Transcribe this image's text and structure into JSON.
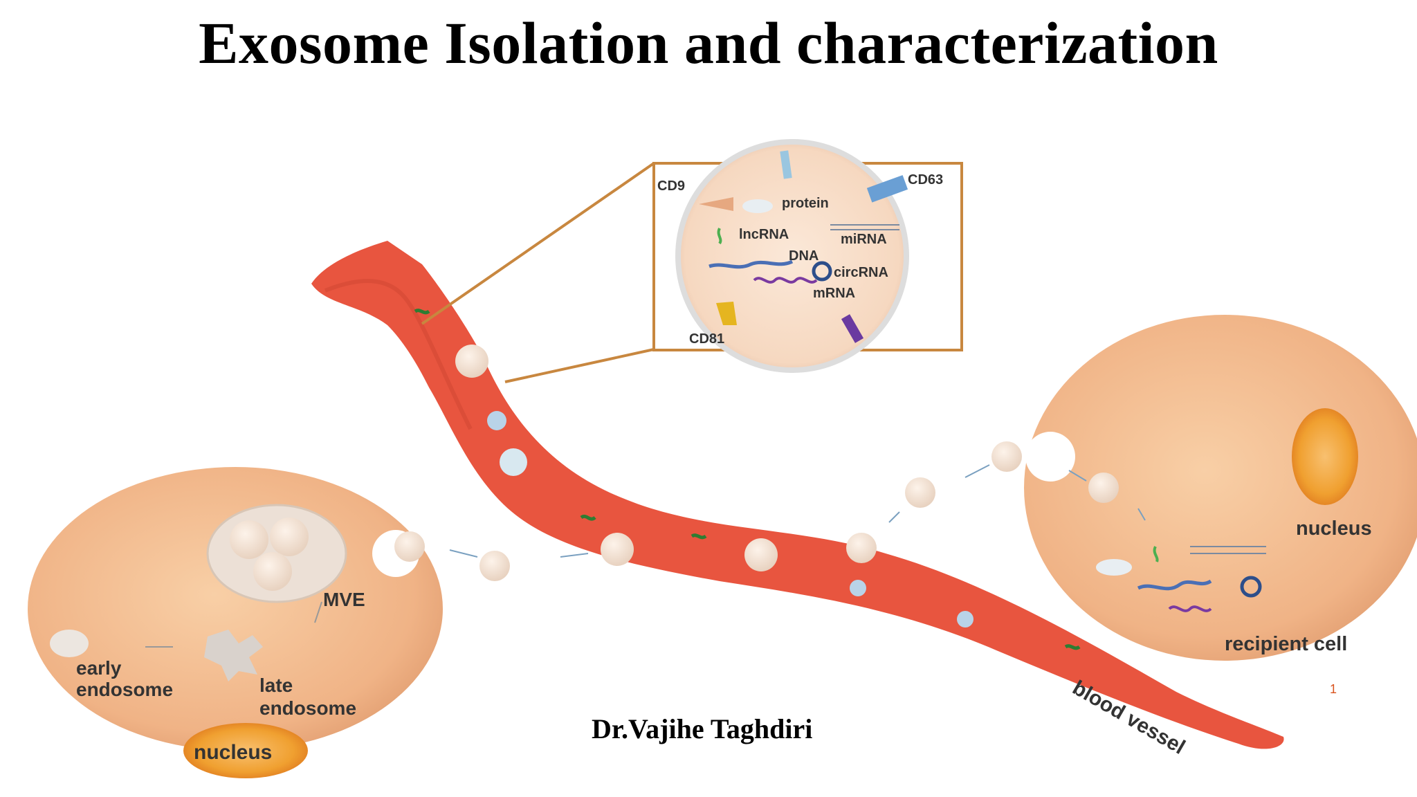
{
  "slide": {
    "title": "Exosome Isolation and characterization",
    "author": "Dr.Vajihe Taghdiri",
    "page_number": "1"
  },
  "diagram": {
    "inset_labels": {
      "cd9": "CD9",
      "cd63": "CD63",
      "cd81": "CD81",
      "protein": "protein",
      "lncrna": "lncRNA",
      "mirna": "miRNA",
      "dna": "DNA",
      "circrna": "circRNA",
      "mrna": "mRNA"
    },
    "donor_cell": {
      "mve": "MVE",
      "early_endosome_line1": "early",
      "early_endosome_line2": "endosome",
      "late_endosome_line1": "late",
      "late_endosome_line2": "endosome",
      "nucleus": "nucleus"
    },
    "recipient_cell": {
      "nucleus": "nucleus",
      "label": "recipient cell"
    },
    "blood_vessel": "blood vessel",
    "colors": {
      "vessel": "#e8553f",
      "cell": "#f2b88a",
      "inset_frame": "#c8873f",
      "nucleus": "#f0a030"
    }
  }
}
